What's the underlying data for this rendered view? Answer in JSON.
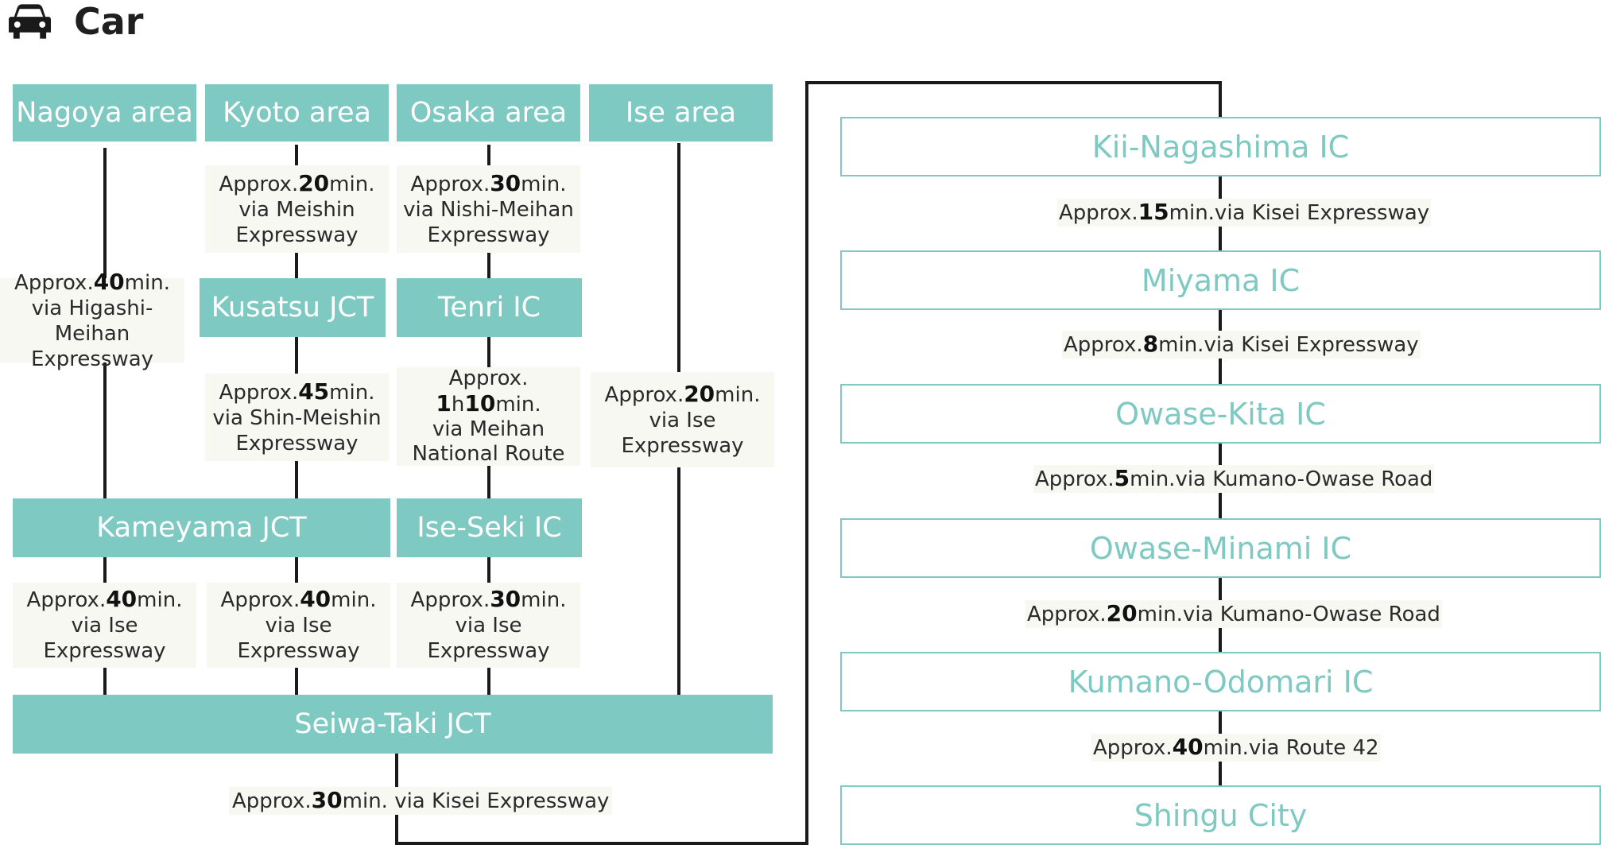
{
  "header": {
    "title": "Car",
    "icon": "car-icon"
  },
  "colors": {
    "teal": "#7ecac3",
    "line": "#1a1a1a",
    "note_bg": "#f8f8f3"
  },
  "origins": [
    {
      "label": "Nagoya area"
    },
    {
      "label": "Kyoto area"
    },
    {
      "label": "Osaka area"
    },
    {
      "label": "Ise area"
    }
  ],
  "waypoints": {
    "kusatsu": "Kusatsu JCT",
    "tenri": "Tenri IC",
    "kameyama": "Kameyama JCT",
    "iseseki": "Ise-Seki IC",
    "seiwa": "Seiwa-Taki JCT"
  },
  "notes": {
    "kyoto_meishin": {
      "pre": "Approx.",
      "num": "20",
      "post": "min.",
      "l2": "via Meishin",
      "l3": "Expressway"
    },
    "osaka_nishi": {
      "pre": "Approx.",
      "num": "30",
      "post": "min.",
      "l2": "via Nishi-Meihan",
      "l3": "Expressway"
    },
    "nagoya_higashi": {
      "pre": "Approx.",
      "num": "40",
      "post": "min.",
      "l2": "via Higashi-Meihan",
      "l3": "Expressway"
    },
    "kusatsu_shin": {
      "pre": "Approx.",
      "num": "45",
      "post": "min.",
      "l2": "via Shin-Meishin",
      "l3": "Expressway"
    },
    "tenri_meihan": {
      "l0": "Approx.",
      "num1": "1",
      "h": "h",
      "num2": "10",
      "post": "min.",
      "l2": "via Meihan",
      "l3": "National Route"
    },
    "ise_ise": {
      "pre": "Approx.",
      "num": "20",
      "post": "min.",
      "l2": "via Ise Expressway"
    },
    "kame_left": {
      "pre": "Approx.",
      "num": "40",
      "post": "min.",
      "l2": "via Ise Expressway"
    },
    "kame_right": {
      "pre": "Approx.",
      "num": "40",
      "post": "min.",
      "l2": "via Ise Expressway"
    },
    "iseseki_ise": {
      "pre": "Approx.",
      "num": "30",
      "post": "min.",
      "l2": "via Ise Expressway"
    },
    "seiwa_kisei": {
      "pre": "Approx.",
      "num": "30",
      "post": "min. via Kisei Expressway"
    }
  },
  "route": {
    "stops": [
      {
        "label": "Kii-Nagashima IC"
      },
      {
        "label": "Miyama IC"
      },
      {
        "label": "Owase-Kita IC"
      },
      {
        "label": "Owase-Minami IC"
      },
      {
        "label": "Kumano-Odomari IC"
      },
      {
        "label": "Shingu City"
      }
    ],
    "legs": [
      {
        "pre": "Approx.",
        "num": "15",
        "post": "min.via Kisei Expressway"
      },
      {
        "pre": "Approx.",
        "num": "8",
        "post": "min.via Kisei Expressway"
      },
      {
        "pre": "Approx.",
        "num": "5",
        "post": "min.via Kumano-Owase Road"
      },
      {
        "pre": "Approx.",
        "num": "20",
        "post": "min.via Kumano-Owase Road"
      },
      {
        "pre": "Approx.",
        "num": "40",
        "post": "min.via Route 42"
      }
    ]
  }
}
